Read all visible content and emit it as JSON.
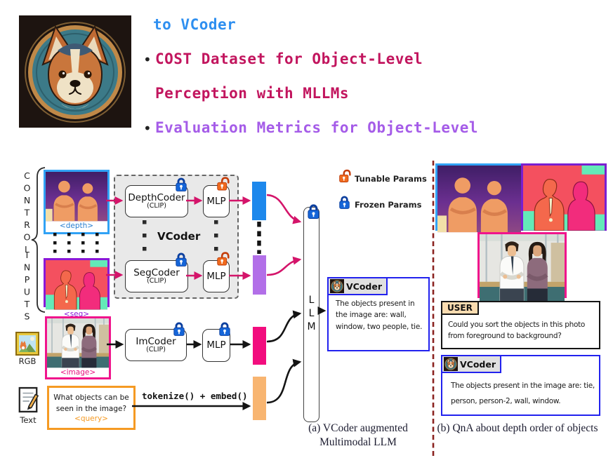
{
  "slide": {
    "bullet_char": "•",
    "line1": "to VCoder",
    "line2": "COST Dataset for Object-Level",
    "line3": "Perception with MLLMs",
    "line4": "Evaluation Metrics for Object-Level"
  },
  "inputs": {
    "control": "CONTROL",
    "inputs": "INPUTS",
    "depth_tag": "<depth>",
    "seg_tag": "<seg>",
    "rgb_label": "RGB",
    "image_tag": "<image>",
    "text_label": "Text",
    "query_text": "What objects can be seen in the image?",
    "query_tag": "<query>"
  },
  "module": {
    "title": "VCoder",
    "depth_coder": "DepthCoder",
    "seg_coder": "SegCoder",
    "im_coder": "ImCoder",
    "clip": "(CLIP)",
    "mlp": "MLP",
    "tokenize": "tokenize() + embed()",
    "llm": "LLM"
  },
  "legend": {
    "tunable": "Tunable Params",
    "frozen": "Frozen Params"
  },
  "chat_a": {
    "agent": "VCoder",
    "message": "The objects present in the image are: wall, window, two people, tie."
  },
  "chat_b": {
    "user": "USER",
    "question": "Could you sort the objects in this photo from foreground to background?",
    "agent": "VCoder",
    "answer": "The objects present in the image are: tie, person, person-2, wall, window."
  },
  "captions": {
    "a": "(a) VCoder augmented Multimodal LLM",
    "b": "(b) QnA about depth order of objects"
  },
  "colors": {
    "title_blue": "#2e8ff0",
    "title_crimson": "#c2155e",
    "title_purple": "#a55ce8",
    "arrow_magenta": "#d4146a",
    "bar_blue": "#1d88ec",
    "bar_purple": "#b26fe8",
    "bar_pink": "#f20d7e",
    "bar_orange": "#f8b571",
    "depth_border": "#31a2f5",
    "seg_border": "#8a18d8",
    "image_border": "#f0148c",
    "query_border": "#f59a23",
    "chat_blue": "#2222ee",
    "divider_maroon": "#8b2320",
    "tunable_orange": "#f06a1e",
    "frozen_blue": "#1565d8"
  }
}
